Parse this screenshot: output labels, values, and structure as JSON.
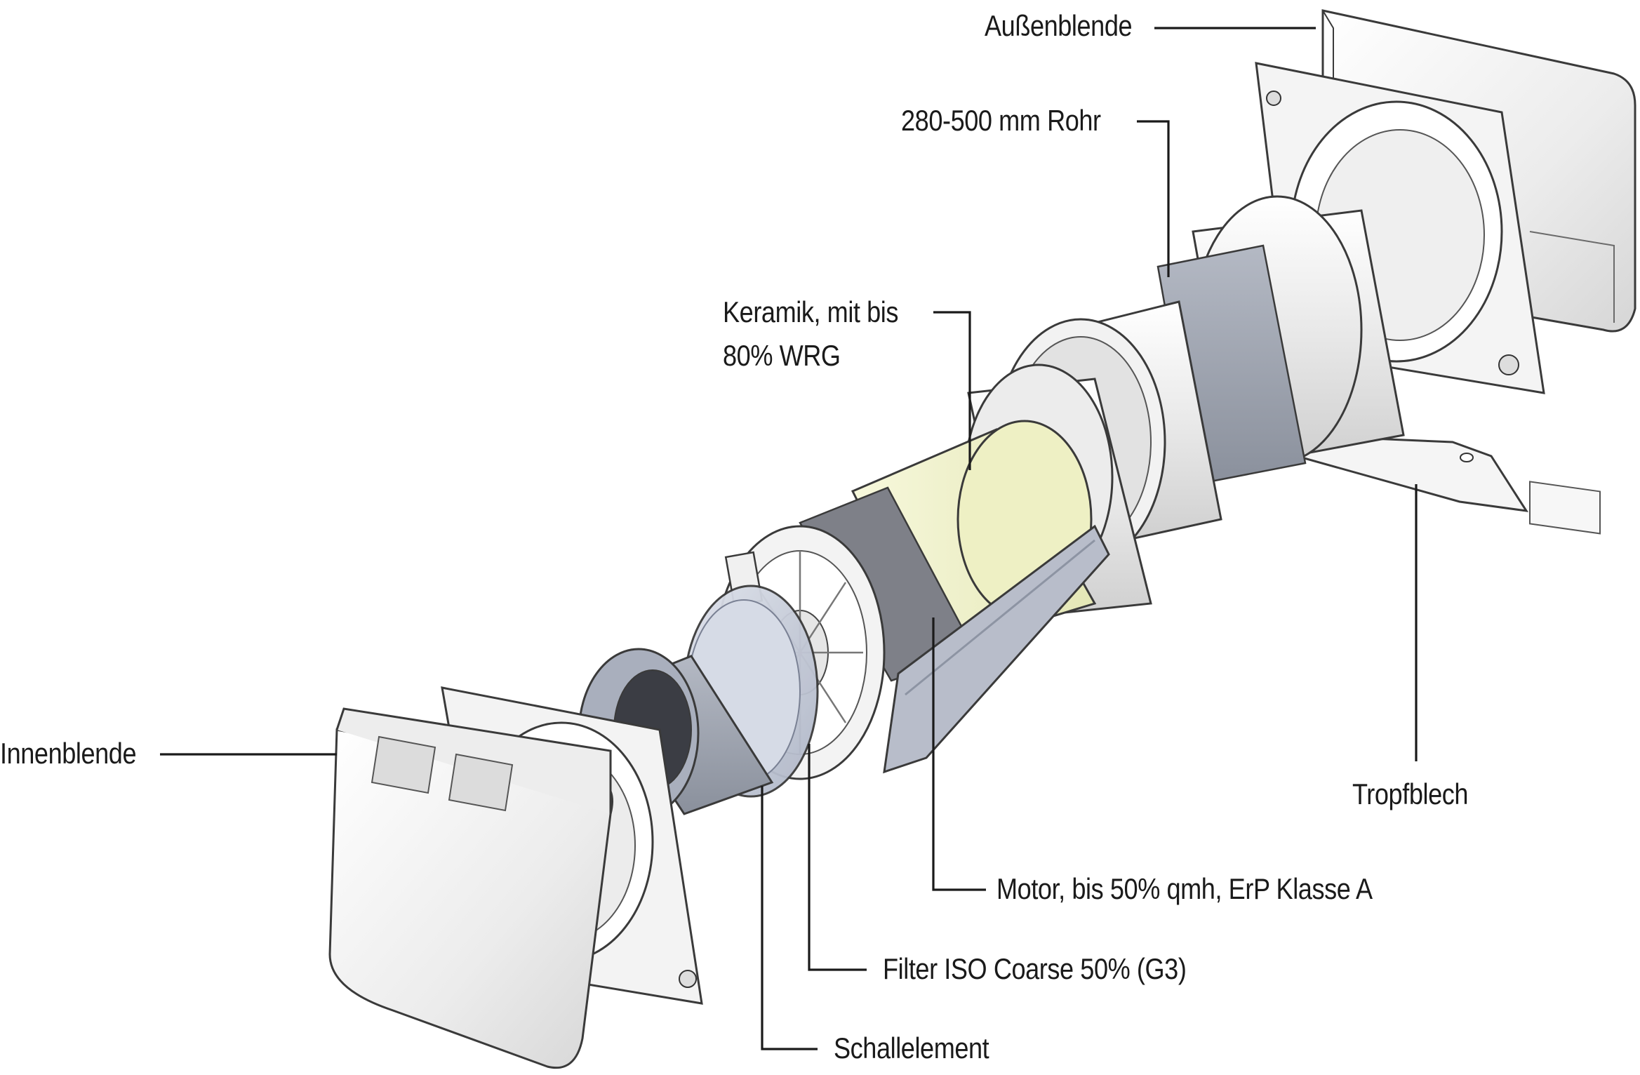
{
  "diagram": {
    "labels": {
      "aussenblende": "Außenblende",
      "rohr": "280-500 mm Rohr",
      "keramik_line1": "Keramik, mit bis",
      "keramik_line2": "80% WRG",
      "tropfblech": "Tropfblech",
      "innenblende": "Innenblende",
      "motor": "Motor, bis 50% qmh, ErP Klasse A",
      "filter": "Filter ISO Coarse 50% (G3)",
      "schallelement": "Schallelement"
    },
    "colors": {
      "ceramic_core": "#eef0c4",
      "sleeve_gray": "#9aa0ad",
      "band_dark": "#7e8088",
      "plastic_white": "#f2f2f2",
      "outline": "#3a3a3a",
      "filter_blue": "#c9cfdc",
      "leader_line": "#1a1a1a"
    }
  }
}
